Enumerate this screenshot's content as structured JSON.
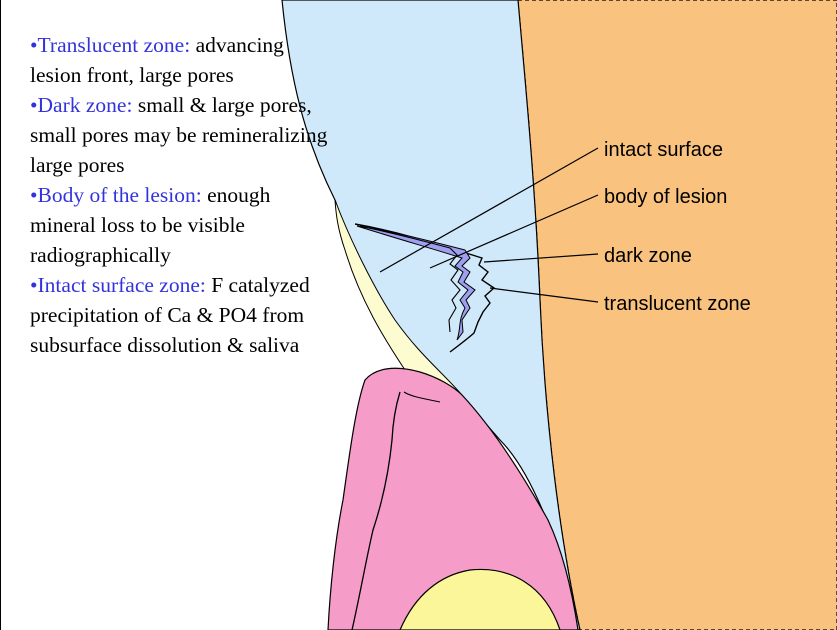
{
  "bullets": [
    {
      "heading": "•Translucent zone:",
      "text": "advancing lesion front, large pores"
    },
    {
      "heading": "•Dark zone:",
      "text": "small & large pores, small pores may be remineralizing large pores"
    },
    {
      "heading": "•Body of the lesion:",
      "text": "enough mineral loss to be visible radiographically"
    },
    {
      "heading": "•Intact surface zone:",
      "text": "F catalyzed precipitation of Ca & PO4 from subsurface dissolution & saliva"
    }
  ],
  "labels": {
    "intact_surface": "intact surface",
    "body_of_lesion": "body of lesion",
    "dark_zone": "dark zone",
    "translucent_zone": "translucent zone"
  },
  "colors": {
    "enamel": "#cfe8fa",
    "dentin": "#f9c27e",
    "pulp_pink": "#f59cc8",
    "yellow": "#fcf69a",
    "cream": "#fdfbd0",
    "dark_zone": "#9f9ff0",
    "heading_blue": "#3333dd"
  }
}
